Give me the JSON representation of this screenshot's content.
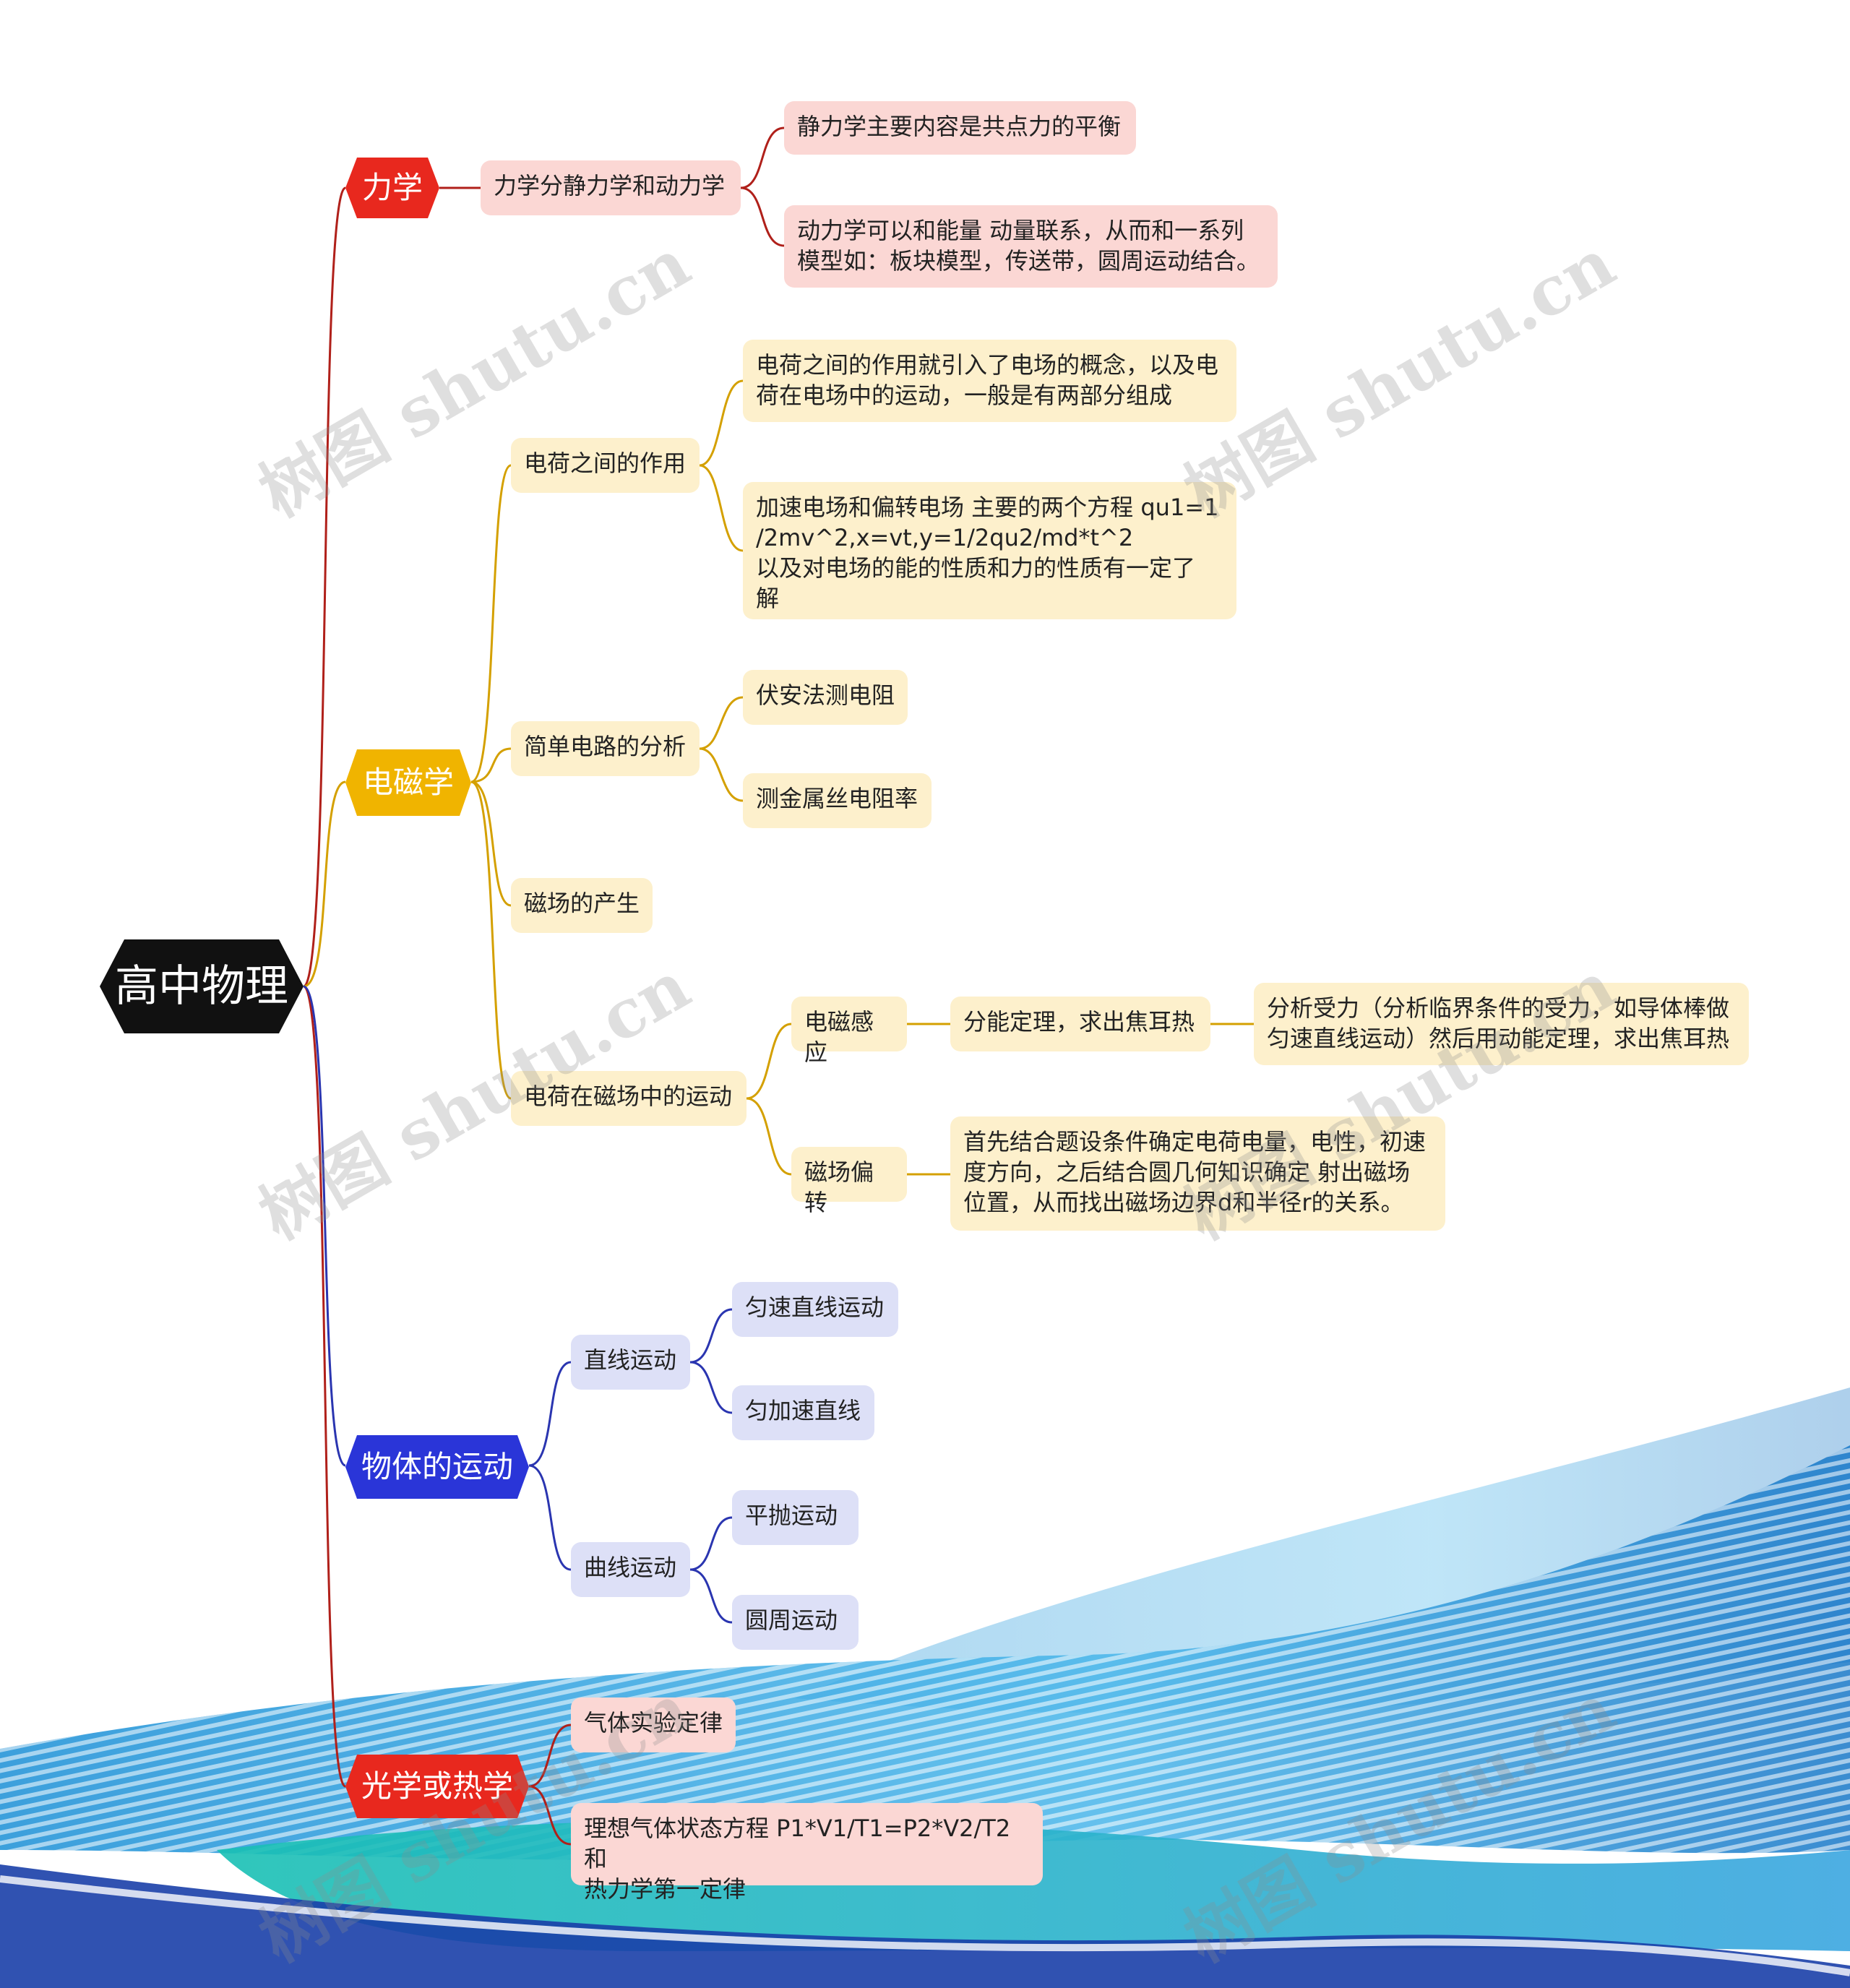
{
  "root": "高中物理",
  "branches": {
    "mechanics": {
      "label": "力学",
      "color": "#e8281e",
      "child": "力学分静力学和动力学",
      "leaves": [
        "静力学主要内容是共点力的平衡",
        "动力学可以和能量 动量联系，从而和一系列\n模型如：板块模型，传送带，圆周运动结合。"
      ]
    },
    "electromagnetism": {
      "label": "电磁学",
      "color": "#f0b400",
      "interaction": {
        "label": "电荷之间的作用",
        "leaves": [
          "电荷之间的作用就引入了电场的概念，以及电\n荷在电场中的运动，一般是有两部分组成",
          "加速电场和偏转电场 主要的两个方程 qu1=1\n/2mv^2,x=vt,y=1/2qu2/md*t^2\n 以及对电场的能的性质和力的性质有一定了\n解"
        ]
      },
      "circuit": {
        "label": "简单电路的分析",
        "leaves": [
          "伏安法测电阻",
          "测金属丝电阻率"
        ]
      },
      "magnetic_field": "磁场的产生",
      "motion_in_field": {
        "label": "电荷在磁场中的运动",
        "induction": {
          "label": "电磁感应",
          "step": "分能定理，求出焦耳热",
          "detail": "分析受力（分析临界条件的受力，如导体棒做\n匀速直线运动）然后用动能定理，求出焦耳热"
        },
        "deflection": {
          "label": "磁场偏转",
          "detail": "首先结合题设条件确定电荷电量，电性，初速\n度方向，之后结合圆几何知识确定 射出磁场\n位置，从而找出磁场边界d和半径r的关系。"
        }
      }
    },
    "motion": {
      "label": "物体的运动",
      "color": "#2a35d8",
      "linear": {
        "label": "直线运动",
        "leaves": [
          "匀速直线运动",
          "匀加速直线"
        ]
      },
      "curvilinear": {
        "label": "曲线运动",
        "leaves": [
          "平抛运动",
          "圆周运动"
        ]
      }
    },
    "optics_thermo": {
      "label": "光学或热学",
      "color": "#e8281e",
      "leaves": [
        "气体实验定律",
        "理想气体状态方程 P1*V1/T1=P2*V2/T2和\n热力学第一定律"
      ]
    }
  },
  "watermark": "树图 shutu.cn"
}
